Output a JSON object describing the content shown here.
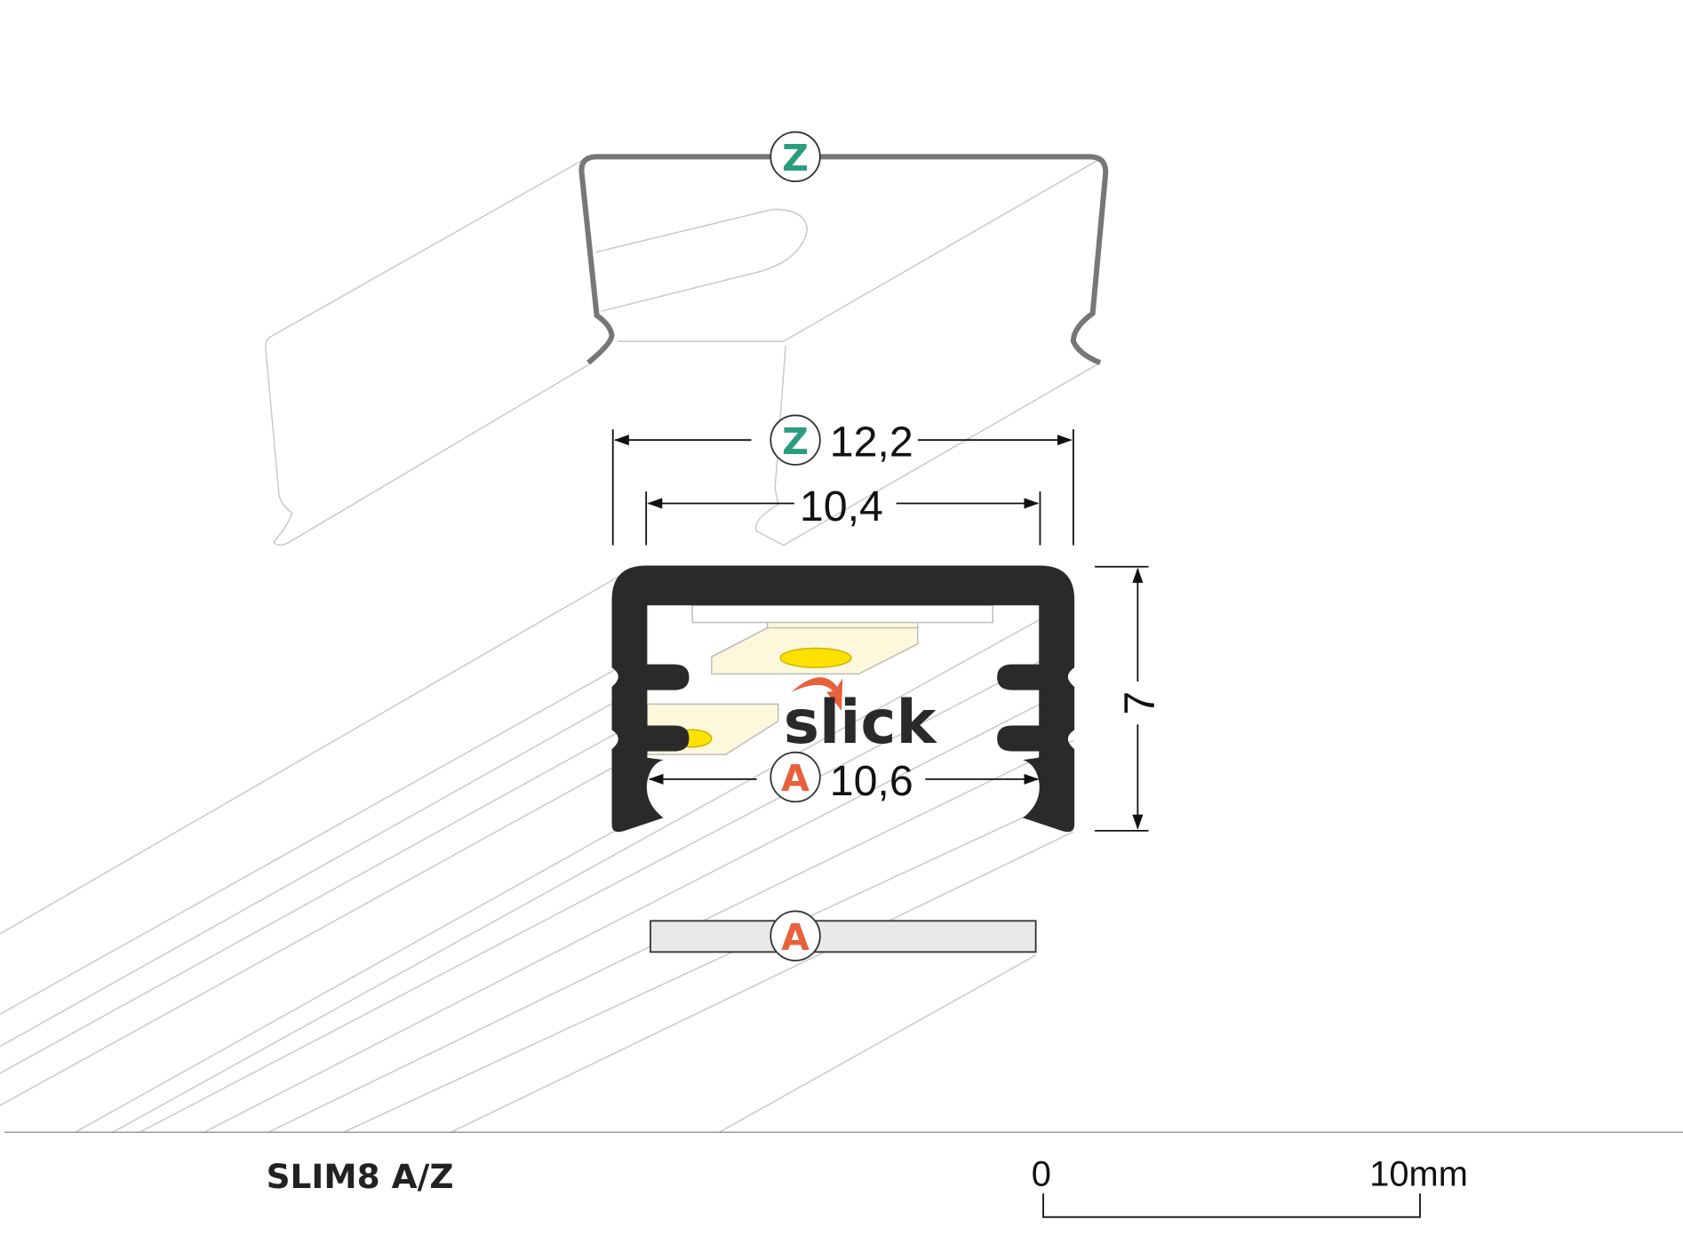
{
  "title": "SLIM8 A/Z",
  "logo": "slick",
  "components": {
    "lens_z": {
      "label": "Z",
      "color": "#2a9d80"
    },
    "diffuser_a": {
      "label": "A",
      "color": "#e8603c"
    }
  },
  "dimensions": {
    "z_width": "12,2",
    "inner_width": "10,4",
    "a_width": "10,6",
    "height": "7"
  },
  "scale_bar": {
    "start": "0",
    "end": "10mm"
  },
  "colors": {
    "profile": "#2b2a29",
    "led_strip": "#fdf8dc",
    "led": "#ffe100",
    "lens_stroke": "#777777"
  }
}
